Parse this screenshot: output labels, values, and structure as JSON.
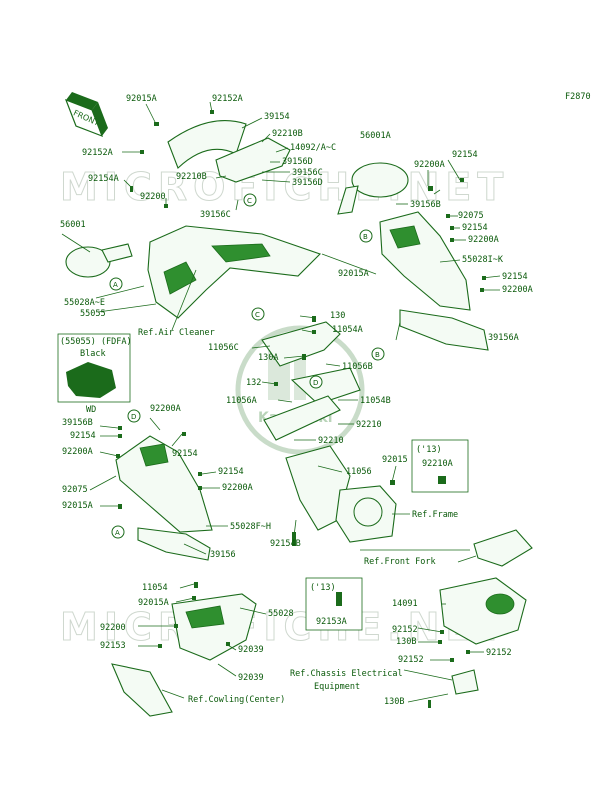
{
  "figure_code": "F2870",
  "front_tag": "FRONT",
  "watermarks": [
    "MICROFICHE.NET",
    "MICROFICHE.NET"
  ],
  "center_logo": "Kawasaki",
  "callout_circles": [
    "A",
    "B",
    "C",
    "D"
  ],
  "inset_top": {
    "code": "(55055) (FDFA)",
    "color": "Black",
    "caption": "WD"
  },
  "inset_13a": {
    "year": "('13)",
    "part": "92210A"
  },
  "inset_13b": {
    "year": "('13)",
    "part": "92153A"
  },
  "labels": {
    "l01": "92015A",
    "l02": "92152A",
    "l03": "39154",
    "l04": "92210B",
    "l05": "14092/A~C",
    "l06": "39156D",
    "l07": "39156C",
    "l08": "39156D",
    "l09": "92152A",
    "l10": "92210B",
    "l11": "92154A",
    "l12": "92200",
    "l13": "39156C",
    "l14": "56001A",
    "l15": "92200A",
    "l16": "92154",
    "l17": "39156B",
    "l18": "92075",
    "l19": "92154",
    "l20": "92200A",
    "l21": "55028I~K",
    "l22": "92154",
    "l23": "92200A",
    "l24": "92015A",
    "l25": "56001",
    "l26": "55028A~E",
    "l27": "55055",
    "l28": "Ref.Air Cleaner",
    "l29": "130",
    "l30": "11054A",
    "l31": "11056C",
    "l32": "130A",
    "l33": "11056B",
    "l34": "132",
    "l35": "11056A",
    "l36": "11054B",
    "l37": "92210",
    "l38": "92210",
    "l39": "39156A",
    "l40": "39156B",
    "l41": "92200A",
    "l42": "92154",
    "l43": "92200A",
    "l44": "92154",
    "l45": "92154",
    "l46": "92200A",
    "l47": "92075",
    "l48": "92015A",
    "l49": "11056",
    "l50": "92015",
    "l51": "Ref.Frame",
    "l52": "55028F~H",
    "l53": "39156",
    "l54": "92154B",
    "l55": "Ref.Front Fork",
    "l56": "11054",
    "l57": "92015A",
    "l58": "55028",
    "l59": "14091",
    "l60": "92200",
    "l61": "92153",
    "l62": "92039",
    "l63": "92039",
    "l64": "92152",
    "l65": "130B",
    "l66": "92152",
    "l67": "92152",
    "l68": "Ref.Chassis Electrical",
    "l69": "Equipment",
    "l70": "130B",
    "l71": "Ref.Cowling(Center)"
  }
}
